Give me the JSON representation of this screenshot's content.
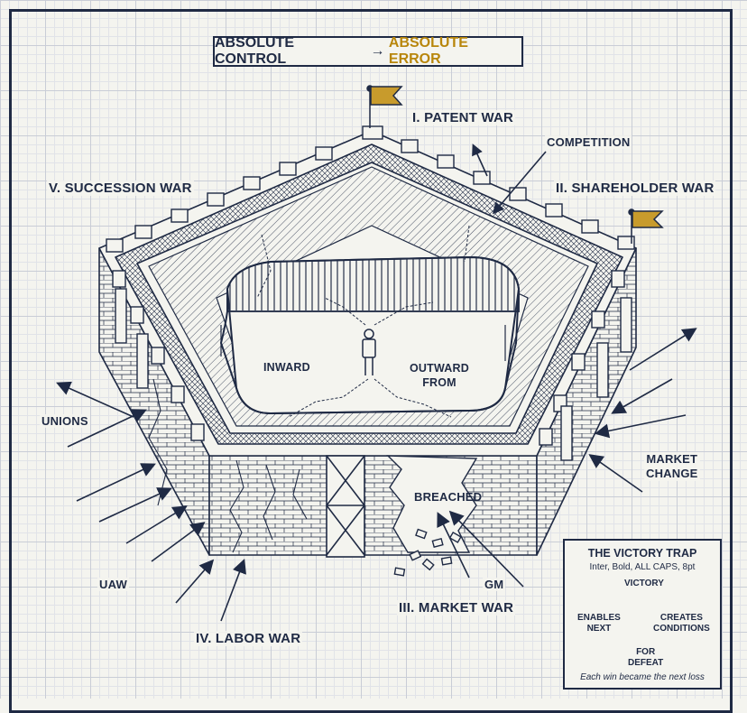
{
  "title": {
    "left": "ABSOLUTE CONTROL",
    "arrow": "→",
    "right": "ABSOLUTE ERROR"
  },
  "labels": {
    "patent_war": "I. PATENT WAR",
    "competition": "COMPETITION",
    "succession_war": "V. SUCCESSION WAR",
    "shareholder_war": "II. SHAREHOLDER WAR",
    "inward": "INWARD",
    "outward_from_1": "OUTWARD",
    "outward_from_2": "FROM",
    "unions": "UNIONS",
    "market_change_1": "MARKET",
    "market_change_2": "CHANGE",
    "breached": "BREACHED",
    "uaw": "UAW",
    "gm": "GM",
    "market_war": "III. MARKET WAR",
    "labor_war": "IV. LABOR WAR"
  },
  "trap": {
    "title": "THE VICTORY TRAP",
    "subtitle": "Inter, Bold, ALL CAPS, 8pt",
    "victory": "VICTORY",
    "creates_1": "CREATES",
    "creates_2": "CONDITIONS",
    "for_1": "FOR",
    "for_2": "DEFEAT",
    "enables_1": "ENABLES",
    "enables_2": "NEXT",
    "footer": "Each win became the next loss"
  },
  "colors": {
    "ink": "#1f2a44",
    "gold": "#b8860b",
    "paper": "#f4f4ef",
    "grid": "#c9cdd6"
  },
  "icons": [
    "flag-icon",
    "figure-icon",
    "cycle-arrows-icon"
  ]
}
